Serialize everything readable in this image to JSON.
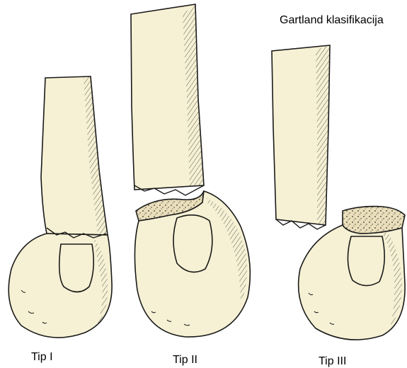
{
  "title": "Gartland klasifikacija",
  "panels": [
    {
      "caption": "Tip I"
    },
    {
      "caption": "Tip II"
    },
    {
      "caption": "Tip III"
    }
  ],
  "colors": {
    "bone_fill": "#f6f1d4",
    "outline": "#1a1a1a",
    "fracture_fill": "#e8dcb8"
  }
}
